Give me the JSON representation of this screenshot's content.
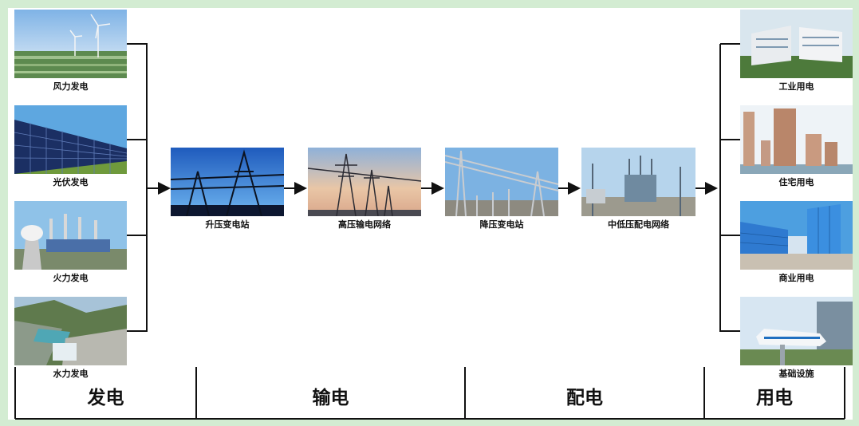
{
  "sources": [
    {
      "label": "风力发电",
      "icon": "wind-farm-photo"
    },
    {
      "label": "光伏发电",
      "icon": "solar-panel-photo"
    },
    {
      "label": "火力发电",
      "icon": "thermal-plant-photo"
    },
    {
      "label": "水力发电",
      "icon": "hydro-dam-photo"
    }
  ],
  "chain": [
    {
      "label": "升压变电站",
      "icon": "step-up-substation-photo"
    },
    {
      "label": "高压输电网络",
      "icon": "transmission-tower-photo"
    },
    {
      "label": "降压变电站",
      "icon": "step-down-substation-photo"
    },
    {
      "label": "中低压配电网络",
      "icon": "distribution-transformer-photo"
    }
  ],
  "consumers": [
    {
      "label": "工业用电",
      "icon": "industrial-park-photo"
    },
    {
      "label": "住宅用电",
      "icon": "residential-buildings-photo"
    },
    {
      "label": "商业用电",
      "icon": "commercial-plaza-photo"
    },
    {
      "label": "基础设施",
      "icon": "monorail-photo"
    }
  ],
  "stages": [
    "发电",
    "输电",
    "配电",
    "用电"
  ],
  "colors": {
    "background": "#d3ecd2",
    "panel": "#ffffff",
    "line": "#111111"
  }
}
